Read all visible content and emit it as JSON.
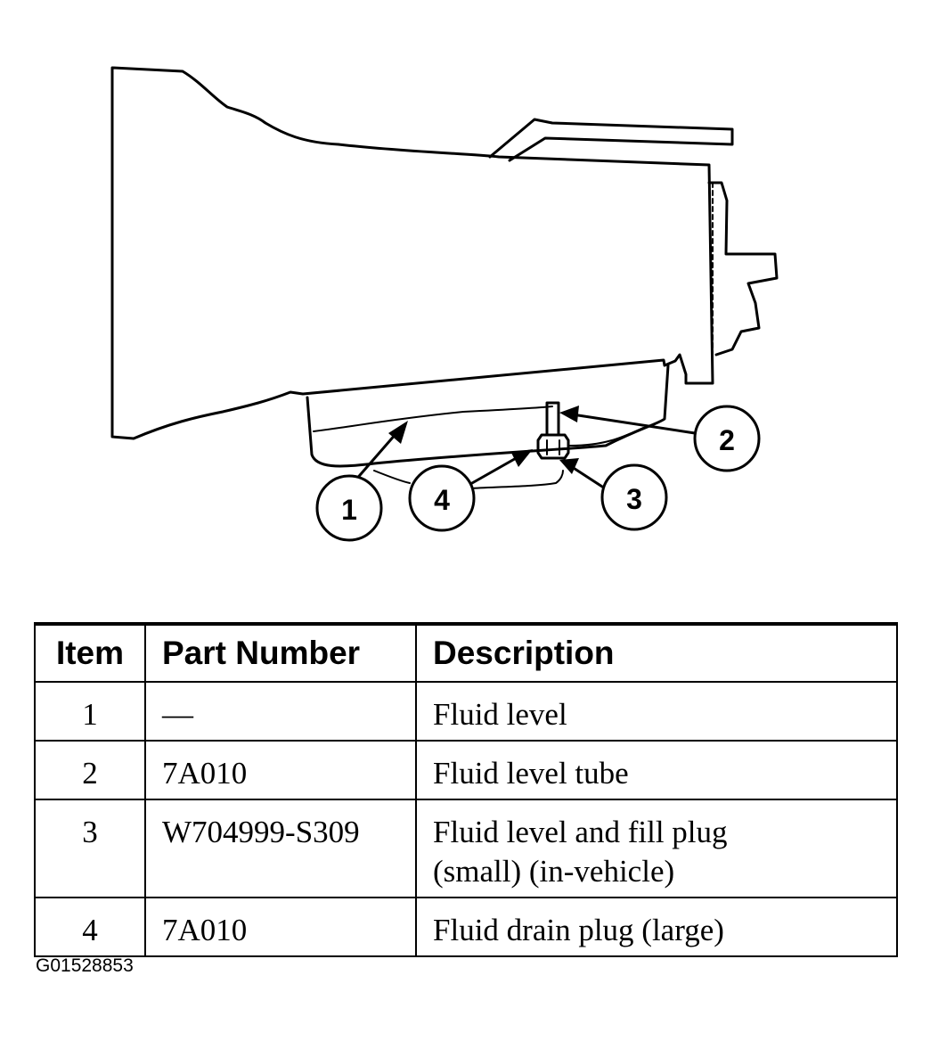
{
  "callouts": {
    "c1": "1",
    "c2": "2",
    "c3": "3",
    "c4": "4"
  },
  "table": {
    "headers": {
      "item": "Item",
      "part_number": "Part Number",
      "description": "Description"
    },
    "rows": [
      {
        "item": "1",
        "part_number": "—",
        "description_line1": "Fluid level",
        "description_line2": ""
      },
      {
        "item": "2",
        "part_number": "7A010",
        "description_line1": "Fluid level tube",
        "description_line2": ""
      },
      {
        "item": "3",
        "part_number": "W704999-S309",
        "description_line1": "Fluid level and fill plug",
        "description_line2": "(small) (in-vehicle)"
      },
      {
        "item": "4",
        "part_number": "7A010",
        "description_line1": "Fluid drain plug (large)",
        "description_line2": ""
      }
    ]
  },
  "footer": {
    "code": "G01528853"
  }
}
